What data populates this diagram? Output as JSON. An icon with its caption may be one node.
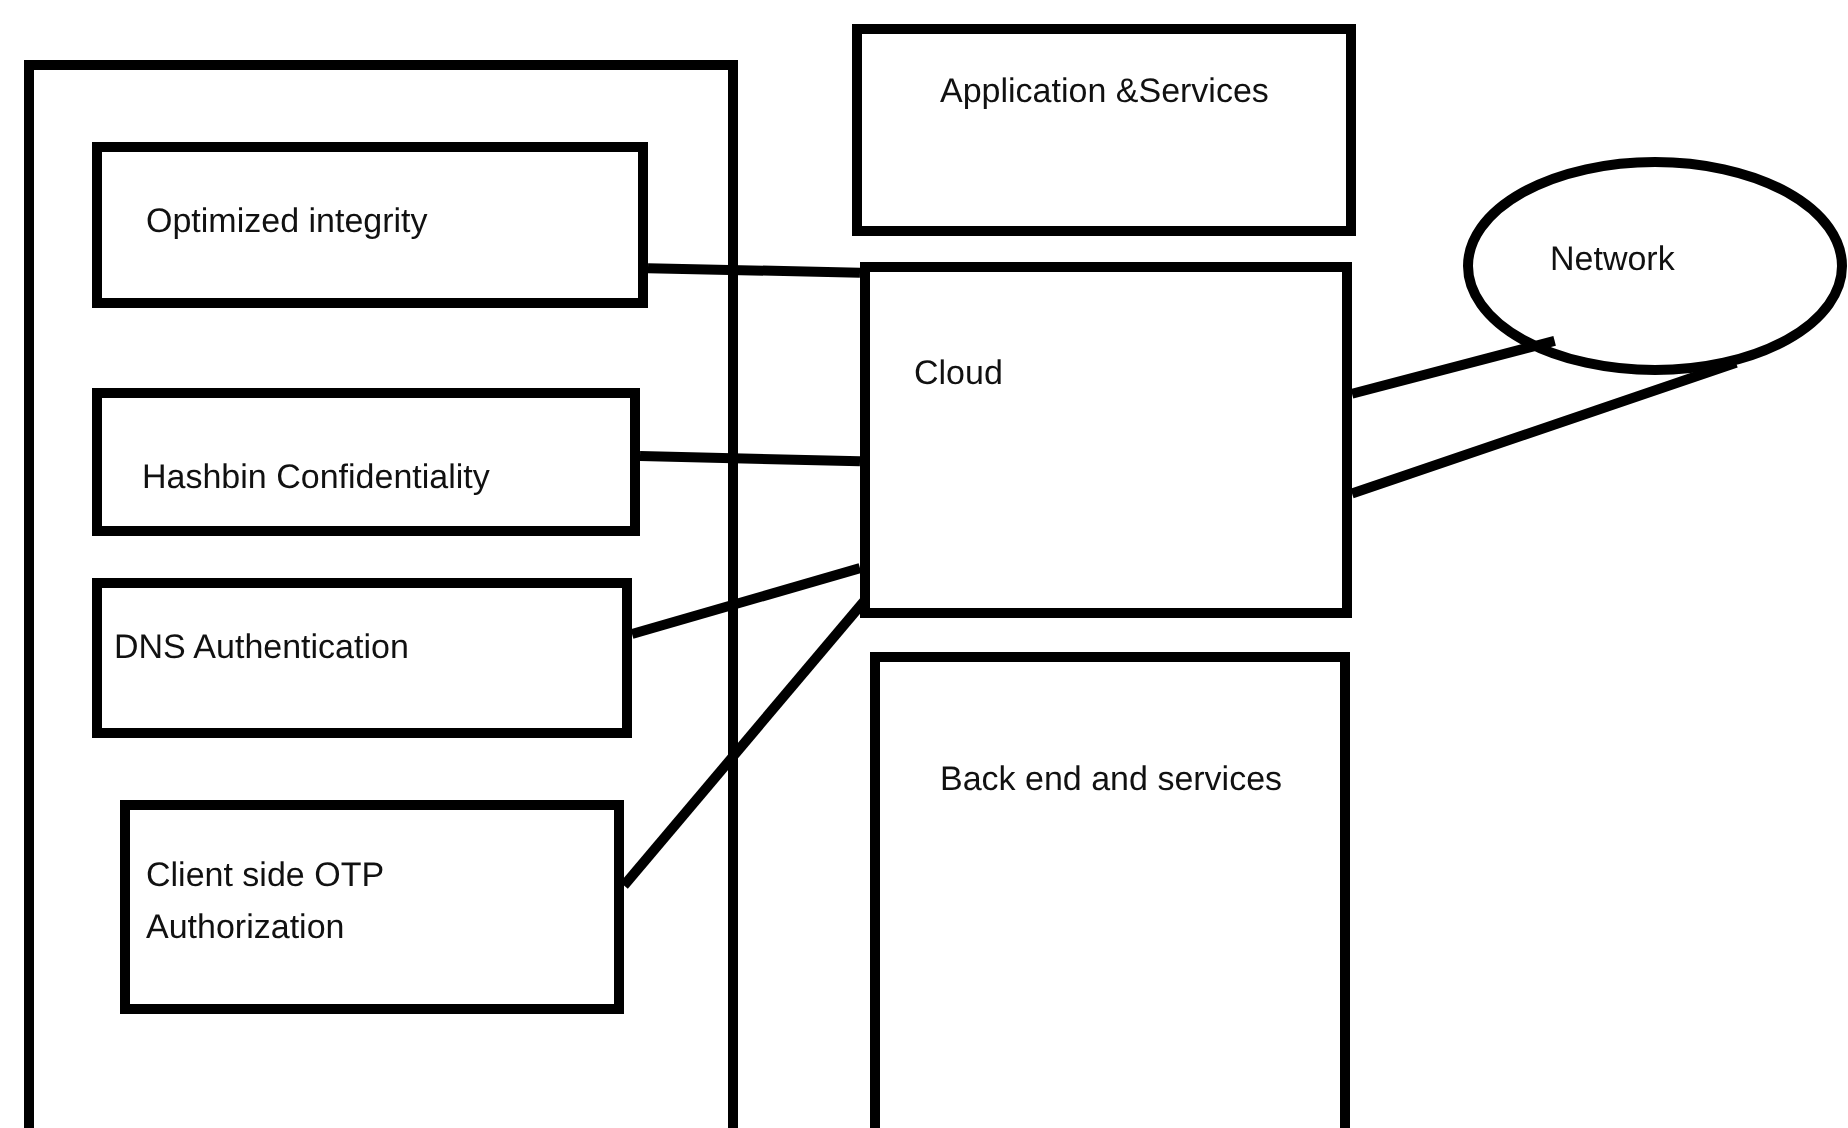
{
  "diagram": {
    "nodes": [
      {
        "text": [],
        "shape": "box"
      },
      {
        "text": [
          "Optimized integrity"
        ],
        "in": 0
      },
      {
        "text": [
          "Hashbin Confidentiality"
        ],
        "in": 0
      },
      {
        "text": [
          "DNS Authentication"
        ],
        "in": 0
      },
      {
        "text": [
          "Client side OTP Authorization"
        ],
        "in": 0
      },
      {
        "text": [
          "Application &Services"
        ]
      },
      {
        "text": [
          "Cloud"
        ]
      },
      {
        "text": [
          "Network"
        ]
      },
      {
        "text": [
          "Back end and services"
        ]
      }
    ],
    "edges": [
      {
        "from": 1,
        "to": 6,
        "arrow": "none"
      },
      {
        "from": 2,
        "to": 6,
        "arrow": "none"
      },
      {
        "from": 3,
        "to": 6,
        "arrow": "none"
      },
      {
        "from": 4,
        "to": 6,
        "arrow": "none"
      },
      {
        "from": 6,
        "to": 7,
        "arrow": "none"
      },
      {
        "from": 6,
        "to": 7,
        "arrow": "none"
      }
    ]
  }
}
